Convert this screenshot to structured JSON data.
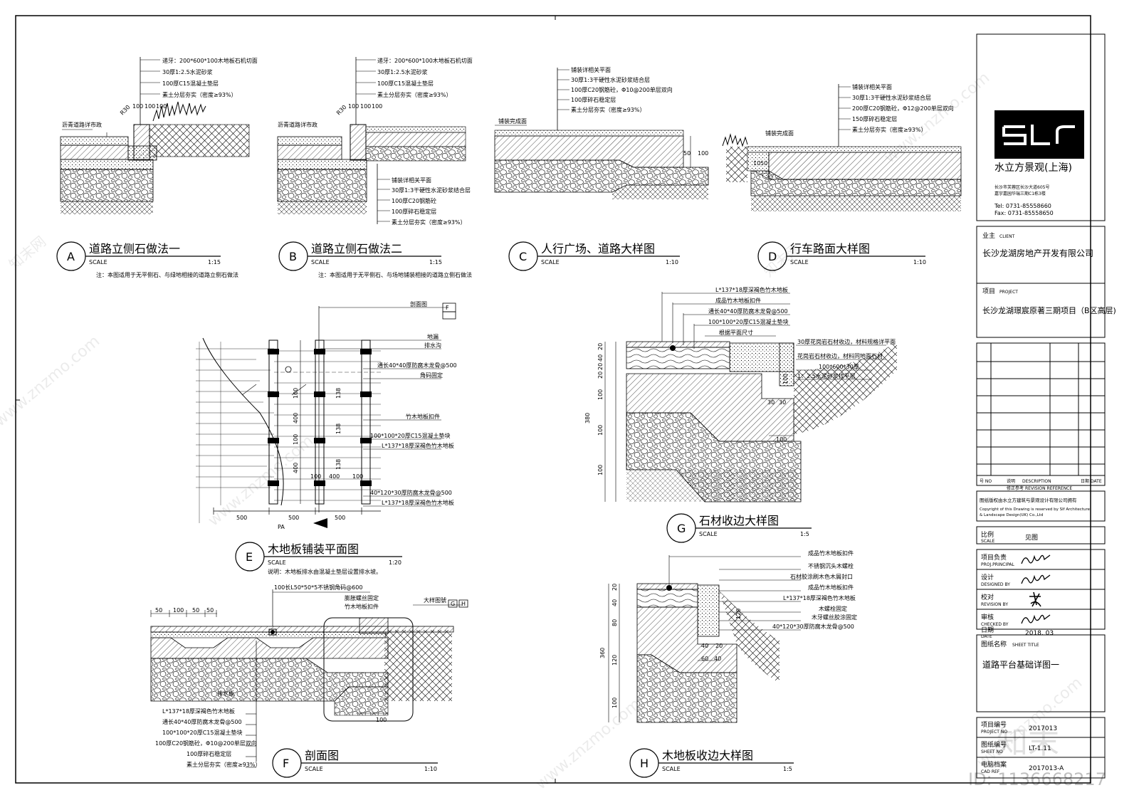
{
  "details": [
    {
      "letter": "A",
      "title": "道路立侧石做法一",
      "scale_label": "SCALE",
      "scale": "1:15",
      "note": "注：本图适用于无平侧石、与绿地相接的道路立侧石做法",
      "layers": [
        "递牙：200*600*100木地板石机切面",
        "30厚1:2.5水泥砂浆",
        "100厚C15混凝土垫层",
        "素土分层夯实（密度≥93%）"
      ],
      "labels": [
        "沥青道路详市政",
        "R30",
        "100",
        "100",
        "100"
      ]
    },
    {
      "letter": "B",
      "title": "道路立侧石做法二",
      "scale_label": "SCALE",
      "scale": "1:15",
      "note": "注：本图适用于无平侧石、与场地铺装相接的道路立侧石做法",
      "layers": [
        "递牙：200*600*100木地板石机切面",
        "30厚1:2.5水泥砂浆",
        "100厚C15混凝土垫层",
        "素土分层夯实（密度≥93%）"
      ],
      "layers2": [
        "铺装详相关平面",
        "30厚1:3干硬性水泥砂浆结合层",
        "100厚C20钢筋砼",
        "100厚碎石稳定层",
        "素土分层夯实（密度≥93%）"
      ],
      "labels": [
        "沥青道路详市政",
        "R30",
        "100",
        "100",
        "100"
      ]
    },
    {
      "letter": "C",
      "title": "人行广场、道路大样图",
      "scale_label": "SCALE",
      "scale": "1:10",
      "layers": [
        "铺装详相关平面",
        "30厚1:3干硬性水泥砂浆结合层",
        "100厚C20钢筋砼，Φ10@200单层双向",
        "100厚碎石稳定层",
        "素土分层夯实（密度≥93%）"
      ],
      "labels": [
        "铺装完成面",
        "50",
        "100"
      ]
    },
    {
      "letter": "D",
      "title": "行车路面大样图",
      "scale_label": "SCALE",
      "scale": "1:10",
      "layers": [
        "铺装详相关平面",
        "30厚1:3干硬性水泥砂浆结合层",
        "200厚C20钢筋砼，Φ12@200单层双向",
        "150厚碎石稳定层",
        "素土分层夯实（密度≥93%）"
      ],
      "labels": [
        "铺装完成面",
        "10",
        "50"
      ]
    },
    {
      "letter": "E",
      "title": "木地板铺装平面图",
      "scale_label": "SCALE",
      "scale": "1:20",
      "note": "说明：木地板排水由混凝土垫层设置排水坡。",
      "layers": [
        "剖面图",
        "地漏",
        "排水沟",
        "通长40*40厚防腐木龙骨@500",
        "角码固定",
        "竹木地板扣件",
        "100*100*20厚C15混凝土垫块",
        "L*137*18厚深褐色竹木地板",
        "40*120*30厚防腐木龙骨@500",
        "L*137*18厚深褐色竹木地板"
      ],
      "labels": [
        "F",
        "500",
        "500",
        "500",
        "400",
        "400",
        "400",
        "100",
        "100",
        "100",
        "100",
        "400",
        "138",
        "PA"
      ]
    },
    {
      "letter": "F",
      "title": "剖面图",
      "scale_label": "SCALE",
      "scale": "1:10",
      "layers": [
        "100长L50*50*5不锈钢角码@600",
        "膨胀螺丝固定",
        "竹木地板扣件",
        "L*137*18厚深褐色竹木地板",
        "通长40*40厚防腐木龙骨@500",
        "100*100*20厚C15混凝土垫块",
        "100厚C20钢筋砼，Φ10@200单层双向",
        "100厚碎石稳定层",
        "素土分层夯实（密度≥93%）"
      ],
      "labels": [
        "大样图號",
        "G",
        "H",
        "排水板",
        "50",
        "100",
        "50",
        "50",
        "100",
        "50",
        "100"
      ]
    },
    {
      "letter": "G",
      "title": "石材收边大样图",
      "scale_label": "SCALE",
      "scale": "1:5",
      "layers": [
        "L*137*18厚深褐色竹木地板",
        "成品竹木地板扣件",
        "通长40*40厚防腐木龙骨@500",
        "100*100*20厚C15混凝土垫块",
        "根据平面尺寸",
        "30厚花岗岩石材收边，材料规格详平面",
        "花岗岩石材收边，材料同地面石材",
        "100*600*30厚",
        "1：2.5水泥砂浆找平层"
      ],
      "labels": [
        "20",
        "40",
        "20",
        "20",
        "100",
        "100",
        "100",
        "380",
        "100",
        "30",
        "30",
        "100"
      ]
    },
    {
      "letter": "H",
      "title": "木地板收边大样图",
      "scale_label": "SCALE",
      "scale": "1:5",
      "layers": [
        "成品竹木地板扣件",
        "不锈钢沉头木螺栓",
        "石材胶涂刷木色木屑封口",
        "成品竹木地板扣件",
        "L*137*18厚深褐色竹木地板",
        "木螺栓固定",
        "木牙螺丝胶涂固定",
        "40*120*30厚防腐木龙骨@500"
      ],
      "labels": [
        "20",
        "40",
        "80",
        "120",
        "100",
        "360",
        "120",
        "40",
        "20",
        "60",
        "40"
      ]
    }
  ],
  "title_block": {
    "logo_text": "SLr",
    "company": "水立方景观(上海)",
    "address1": "长沙市芙蓉区长沙大道605号",
    "address2": "嘉宇嘉园华瑞三期C1栋3楼",
    "tel": "Tel: 0731-85558660",
    "fax": "Fax: 0731-85558650",
    "client_label": "业主",
    "client_label_en": "CLIENT",
    "client": "长沙龙湖房地产开发有限公司",
    "project_label": "项目",
    "project_label_en": "PROJECT",
    "project": "长沙龙湖璟宸原著三期项目（B区高层)",
    "rev_no": "号 NO",
    "rev_desc_cn": "说明",
    "rev_desc": "DESCRIPTION",
    "rev_date_cn": "日期",
    "rev_date": "DATE",
    "rev_ref_cn": "修正参考",
    "rev_ref": "REVISION REFERENCE",
    "copyright_cn": "图纸版权由水立方建筑与景观设计有限公司拥有",
    "copyright_en1": "Copyright of this Drawing is reserved by  Slf Architecture",
    "copyright_en2": "& Landscape Design(UK) Co.,Ltd",
    "scale_cn": "比例",
    "scale_en": "SCALE",
    "scale_value": "见图",
    "principal_cn": "项目负责",
    "principal_en": "PROJ.PRINCIPAL",
    "designed_cn": "设计",
    "designed_en": "DESIGNED BY",
    "revision_cn": "校对",
    "revision_en": "REVISION BY",
    "checked_cn": "审核",
    "checked_en": "CHECKED BY",
    "date_cn": "日期",
    "date_en": "DATE",
    "date_value": "2018. 03",
    "sheet_title_cn": "图纸名称",
    "sheet_title_en": "SHEET TITLE",
    "sheet_title": "道路平台基础详图一",
    "project_no_cn": "项目编号",
    "project_no_en": "PROJECT NO",
    "project_no": "2017013",
    "sheet_no_cn": "图纸编号",
    "sheet_no_en": "SHEET NO",
    "sheet_no": "LT-1.11",
    "cad_ref_cn": "电脑档案",
    "cad_ref_en": "CAD REF",
    "cad_ref": "2017013-A"
  },
  "watermark": {
    "site": "www.znzmo.com",
    "brand": "知末",
    "brand_cn": "知末网",
    "id": "ID: 1136668217"
  }
}
